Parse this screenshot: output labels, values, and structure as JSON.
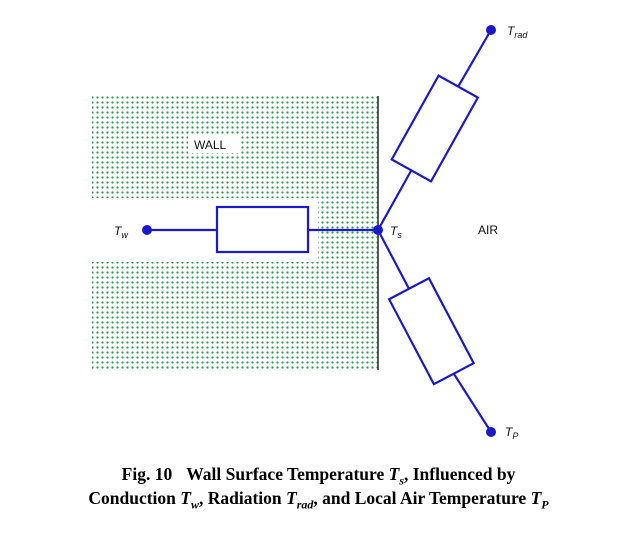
{
  "diagram": {
    "region_wall": "WALL",
    "region_air": "AIR",
    "node_tw": {
      "base": "T",
      "sub": "w"
    },
    "node_ts": {
      "base": "T",
      "sub": "s"
    },
    "node_trad": {
      "base": "T",
      "sub": "rad"
    },
    "node_tp": {
      "base": "T",
      "sub": "P"
    },
    "colors": {
      "connector": "#1a1acc",
      "node_fill": "#1a1acc",
      "wall_dots": "#2e9a4e",
      "wall_surface": "#333333"
    }
  },
  "caption": {
    "fig_label": "Fig. 10",
    "t1": "Wall Surface Temperature ",
    "t2": ", Influenced by",
    "t3": "Conduction ",
    "t4": ", Radiation ",
    "t5": ", and Local Air Temperature ",
    "sym_ts": {
      "base": "T",
      "sub": "s"
    },
    "sym_tw": {
      "base": "T",
      "sub": "w"
    },
    "sym_trad": {
      "base": "T",
      "sub": "rad"
    },
    "sym_tp": {
      "base": "T",
      "sub": "P"
    }
  }
}
